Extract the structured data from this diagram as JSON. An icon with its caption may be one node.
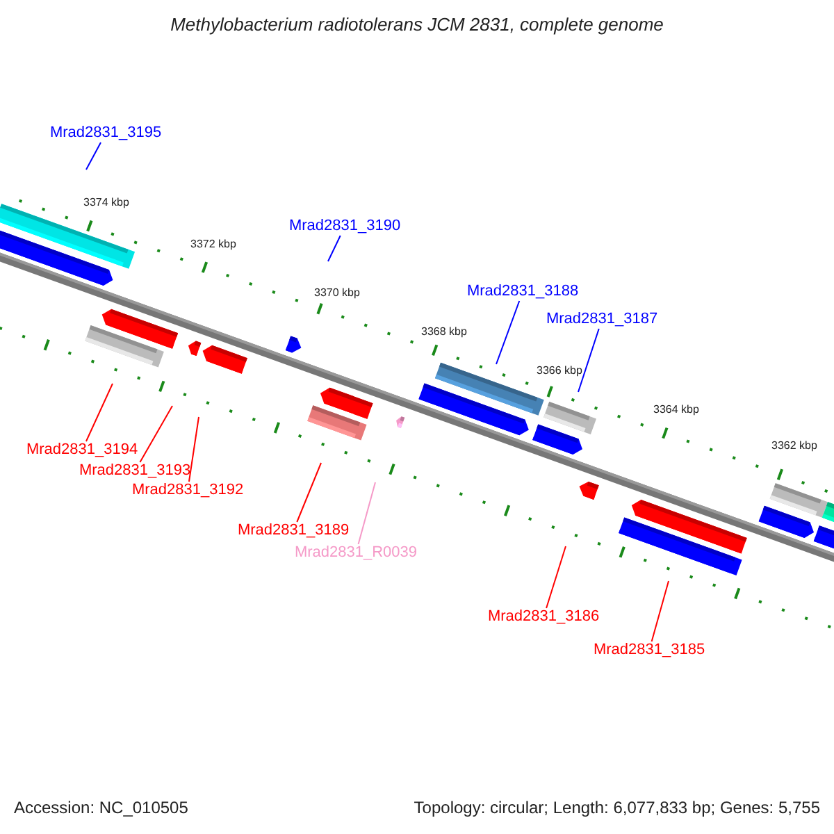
{
  "diagram": {
    "title": "Methylobacterium radiotolerans JCM 2831, complete genome",
    "nodes": [
      {
        "text": [
          "Mrad2831_3195"
        ]
      },
      {
        "text": [
          "Mrad2831_3190"
        ]
      },
      {
        "text": [
          "Mrad2831_3188"
        ]
      },
      {
        "text": [
          "Mrad2831_3187"
        ]
      },
      {
        "text": [
          "Mrad2831_3194"
        ]
      },
      {
        "text": [
          "Mrad2831_3193"
        ]
      },
      {
        "text": [
          "Mrad2831_3192"
        ]
      },
      {
        "text": [
          "Mrad2831_3189"
        ]
      },
      {
        "text": [
          "Mrad2831_R0039"
        ]
      },
      {
        "text": [
          "Mrad2831_3186"
        ]
      },
      {
        "text": [
          "Mrad2831_3185"
        ]
      }
    ],
    "edges": [
      {
        "from": 0,
        "to": null,
        "arrow": "none",
        "color": "#0000ff"
      },
      {
        "from": 1,
        "to": null,
        "arrow": "none",
        "color": "#0000ff"
      },
      {
        "from": 2,
        "to": null,
        "arrow": "none",
        "color": "#0000ff"
      },
      {
        "from": 3,
        "to": null,
        "arrow": "none",
        "color": "#0000ff"
      },
      {
        "from": 4,
        "to": null,
        "arrow": "none"
      },
      {
        "from": 5,
        "to": null,
        "arrow": "none"
      },
      {
        "from": 6,
        "to": null,
        "arrow": "none"
      },
      {
        "from": 7,
        "to": null,
        "arrow": "none"
      },
      {
        "from": 8,
        "to": null,
        "arrow": "none",
        "color": "#f59ac8"
      },
      {
        "from": 9,
        "to": null,
        "arrow": "none"
      },
      {
        "from": 10,
        "to": null,
        "arrow": "none"
      }
    ],
    "labels": [
      "3374 kbp",
      "3372 kbp",
      "3370 kbp",
      "3368 kbp",
      "3366 kbp",
      "3364 kbp",
      "3362 kbp",
      "Accession: NC_010505",
      "Topology: circular; Length: 6,077,833 bp; Genes: 5,755"
    ]
  }
}
